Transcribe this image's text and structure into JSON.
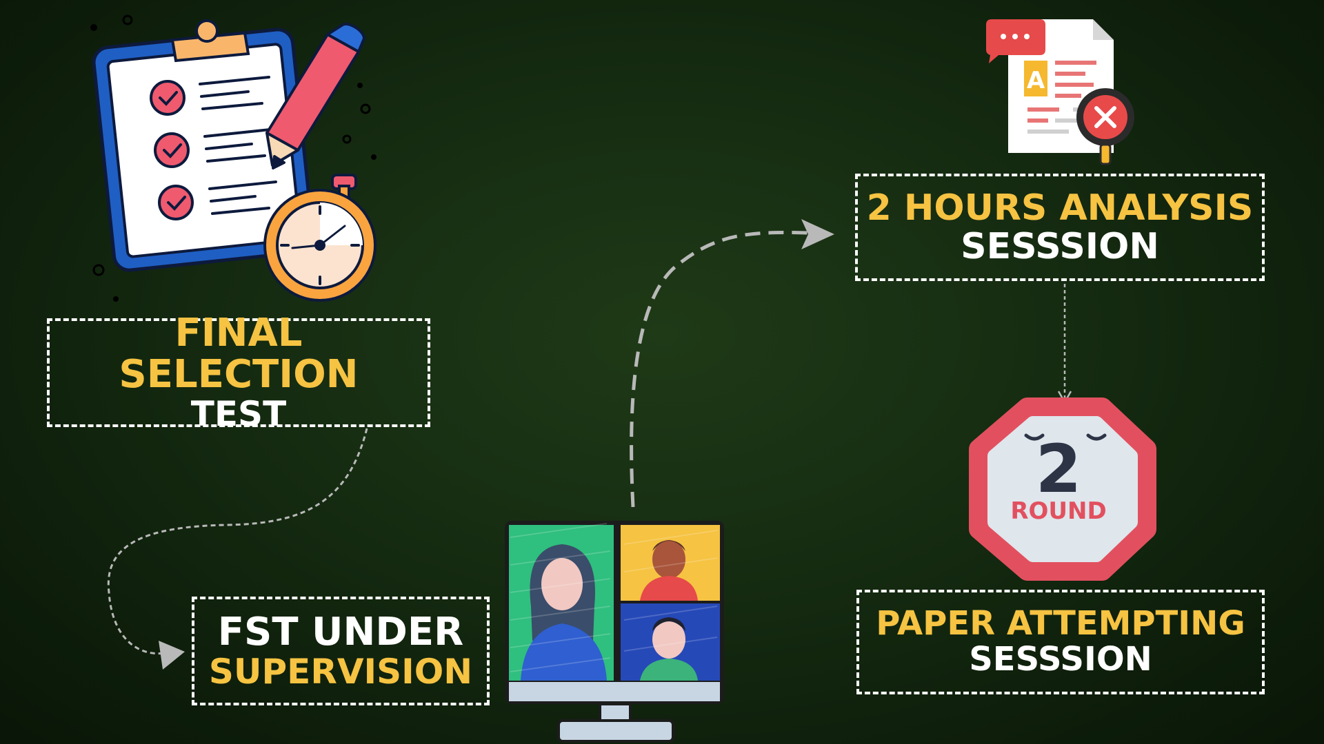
{
  "steps": {
    "final_selection": {
      "line1": "FINAL SELECTION",
      "line2": "TEST"
    },
    "fst_supervision": {
      "line1": "FST UNDER",
      "line2": "SUPERVISION"
    },
    "analysis": {
      "line1": "2 HOURS ANALYSIS",
      "line2": "SESSSION"
    },
    "paper": {
      "line1": "PAPER ATTEMPTING",
      "line2": "SESSSION"
    }
  },
  "round_badge": {
    "number": "2",
    "label": "ROUND"
  },
  "icons": {
    "clipboard": "clipboard-checklist-icon",
    "pencil": "pencil-icon",
    "stopwatch": "stopwatch-icon",
    "document": "document-analysis-icon",
    "video_call": "video-call-monitor-icon",
    "round": "round-badge-icon"
  },
  "colors": {
    "accent_yellow": "#f6c342",
    "text_white": "#ffffff",
    "badge_red": "#e2505f",
    "arrow_gray": "#b9b9b9"
  }
}
